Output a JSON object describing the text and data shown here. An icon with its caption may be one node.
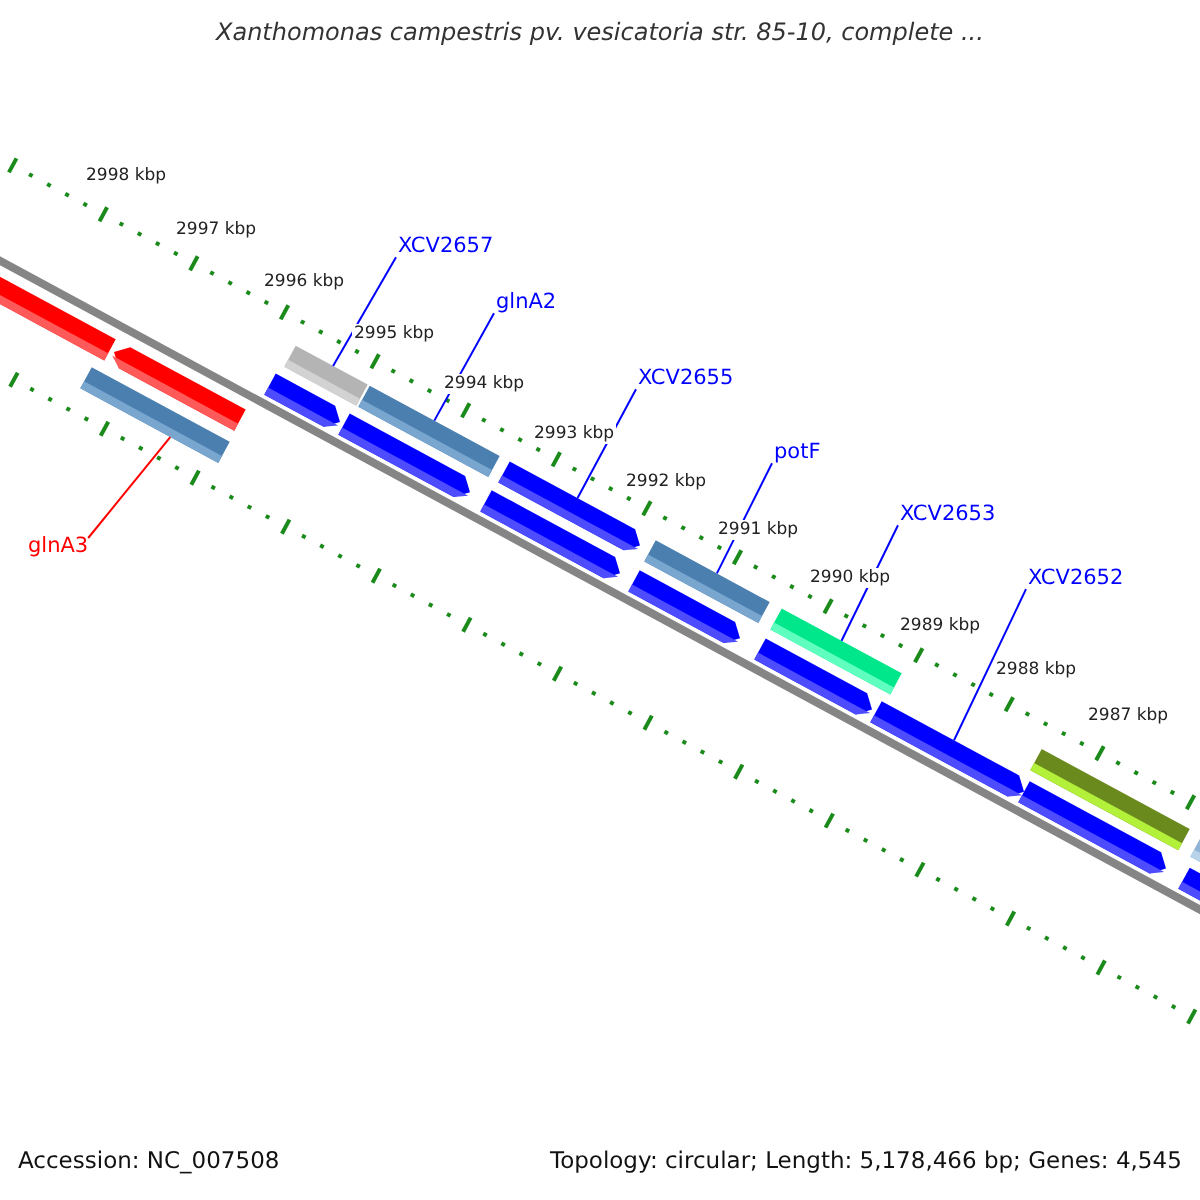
{
  "diagram": {
    "title": "Xanthomonas campestris pv. vesicatoria str. 85-10, complete ...",
    "nodes": [
      {
        "text": [
          "XCV2657"
        ]
      },
      {
        "text": [
          "glnA2"
        ]
      },
      {
        "text": [
          "XCV2655"
        ]
      },
      {
        "text": [
          "potF"
        ]
      },
      {
        "text": [
          "XCV2653"
        ]
      },
      {
        "text": [
          "glnA3"
        ]
      },
      {
        "text": [
          "XCV2652"
        ]
      },
      {
        "text": [],
        "shape": "arrow"
      },
      {
        "text": [],
        "shape": "bar"
      },
      {
        "text": [],
        "shape": "arrow"
      },
      {
        "text": [],
        "shape": "arrow"
      },
      {
        "text": [],
        "shape": "bar"
      },
      {
        "text": [],
        "shape": "arrow"
      },
      {
        "text": [],
        "shape": "bar"
      },
      {
        "text": [],
        "shape": "arrow"
      },
      {
        "text": [],
        "shape": "arrow"
      },
      {
        "text": [],
        "shape": "arrow"
      },
      {
        "text": [],
        "shape": "bar"
      },
      {
        "text": [],
        "shape": "arrow"
      },
      {
        "text": [],
        "shape": "bar"
      },
      {
        "text": [],
        "shape": "arrow"
      },
      {
        "text": [],
        "shape": "arrow"
      },
      {
        "text": [],
        "shape": "bar"
      },
      {
        "text": [],
        "shape": "arrow"
      },
      {
        "text": [],
        "shape": "bar"
      }
    ],
    "edges": [
      {
        "from": 0,
        "to": 11,
        "arrow": "none"
      },
      {
        "from": 1,
        "to": 13,
        "arrow": "none"
      },
      {
        "from": 2,
        "to": 15,
        "arrow": "none"
      },
      {
        "from": 3,
        "to": 17,
        "arrow": "none"
      },
      {
        "from": 4,
        "to": 19,
        "arrow": "none"
      },
      {
        "from": 5,
        "to": 8,
        "arrow": "none",
        "color": "#ff0000"
      },
      {
        "from": 6,
        "to": 20,
        "arrow": "none"
      }
    ],
    "labels": [
      "2998 kbp",
      "2997 kbp",
      "2996 kbp",
      "2995 kbp",
      "2994 kbp",
      "2993 kbp",
      "2992 kbp",
      "2991 kbp",
      "2990 kbp",
      "2989 kbp",
      "2988 kbp",
      "2987 kbp",
      "Accession: NC_007508",
      "Topology: circular; Length: 5,178,466 bp; Genes: 4,545"
    ]
  }
}
